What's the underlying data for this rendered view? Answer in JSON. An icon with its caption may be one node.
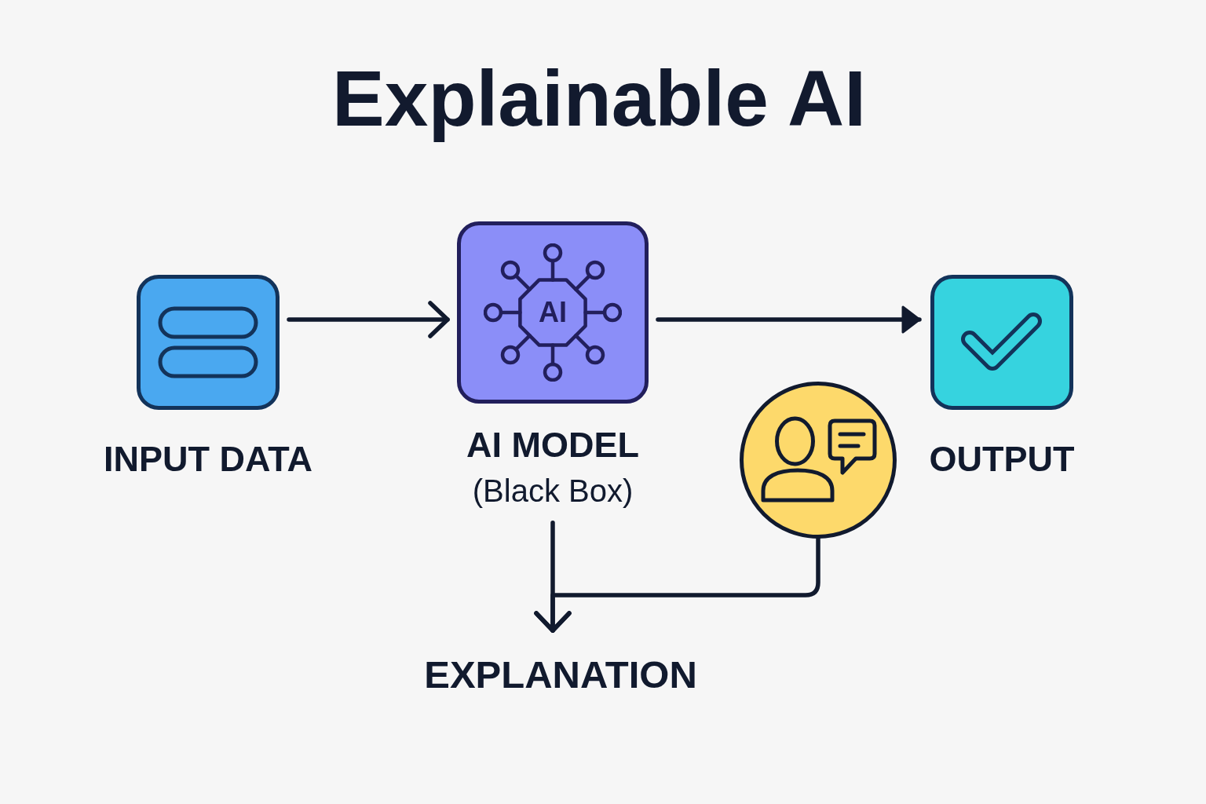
{
  "diagram": {
    "title": "Explainable AI",
    "nodes": [
      {
        "text": [
          "INPUT DATA"
        ]
      },
      {
        "text": [
          "AI",
          "AI MODEL",
          "(Black Box)"
        ]
      },
      {
        "text": [
          "OUTPUT"
        ]
      },
      {
        "text": [],
        "shape": "circle"
      },
      {
        "text": [
          "EXPLANATION"
        ]
      }
    ],
    "edges": [
      {
        "from": 0,
        "to": 1,
        "arrow": "to"
      },
      {
        "from": 1,
        "to": 2,
        "arrow": "to"
      },
      {
        "from": 1,
        "to": 4,
        "arrow": "to"
      },
      {
        "from": 3,
        "to": 4,
        "arrow": "to"
      }
    ]
  }
}
